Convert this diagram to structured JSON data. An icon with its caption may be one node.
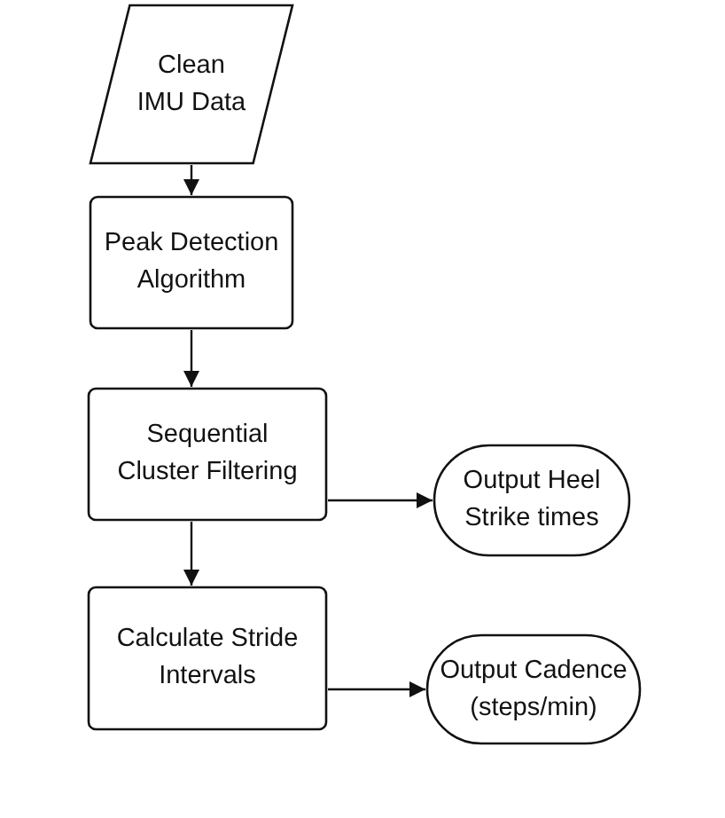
{
  "diagram": {
    "nodes": [
      {
        "text": [
          "Clean IMU Data"
        ]
      },
      {
        "text": [
          "Peak Detection Algorithm"
        ]
      },
      {
        "text": [
          "Sequential Cluster Filtering"
        ]
      },
      {
        "text": [
          "Output Heel Strike times"
        ]
      },
      {
        "text": [
          "Calculate Stride Intervals"
        ]
      },
      {
        "text": [
          "Output Cadence (steps/min)"
        ]
      }
    ],
    "edges": [
      {
        "from": 0,
        "to": 1,
        "arrow": "to"
      },
      {
        "from": 1,
        "to": 2,
        "arrow": "to"
      },
      {
        "from": 2,
        "to": 3,
        "arrow": "to"
      },
      {
        "from": 2,
        "to": 4,
        "arrow": "to"
      },
      {
        "from": 4,
        "to": 5,
        "arrow": "to"
      }
    ]
  }
}
